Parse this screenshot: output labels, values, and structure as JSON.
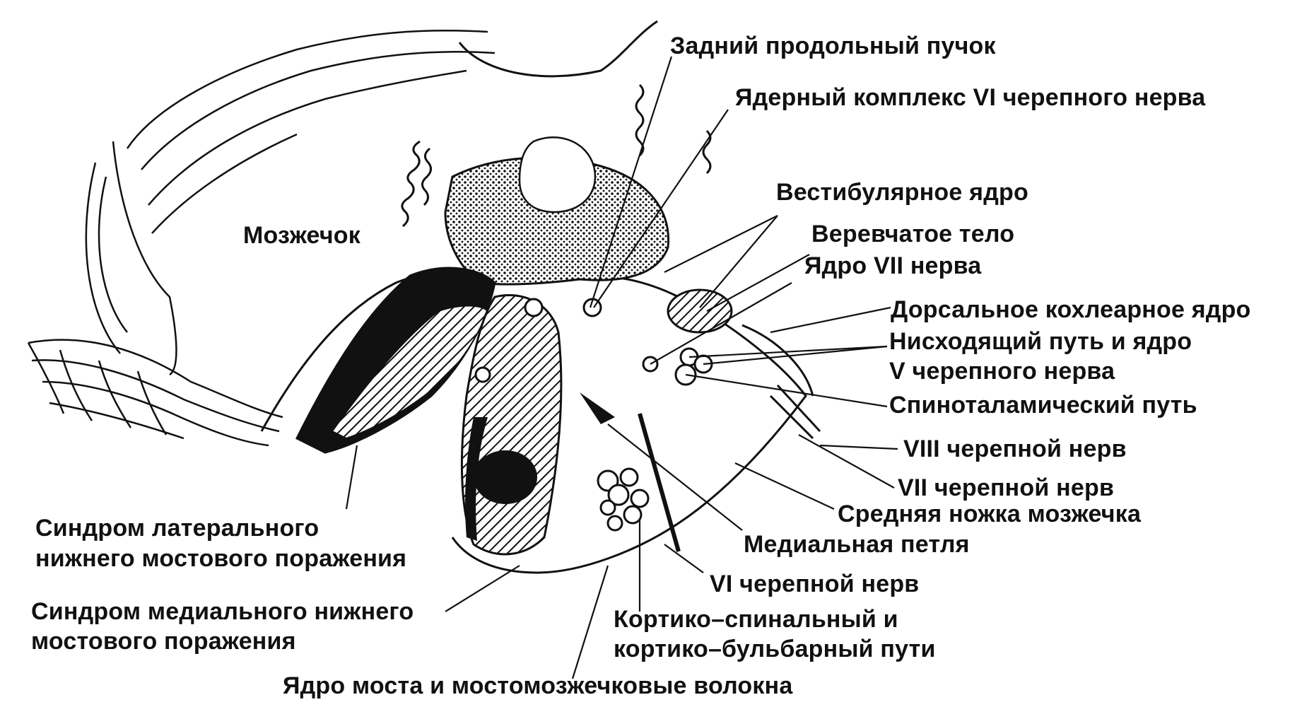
{
  "diagram": {
    "labels": {
      "posterior_longitudinal_fasciculus": "Задний продольный пучок",
      "abducens_nuclear_complex": "Ядерный комплекс VI черепного нерва",
      "vestibular_nucleus": "Вестибулярное ядро",
      "restiform_body": "Веревчатое тело",
      "facial_nucleus": "Ядро VII нерва",
      "dorsal_cochlear_nucleus": "Дорсальное кохлеарное ядро",
      "trigeminal_descending_line1": "Нисходящий путь и ядро",
      "trigeminal_descending_line2": "V черепного нерва",
      "spinothalamic_tract": "Спиноталамический путь",
      "cn8": "VIII черепной нерв",
      "cn7": "VII черепной нерв",
      "middle_cerebellar_peduncle": "Средняя ножка мозжечка",
      "medial_lemniscus": "Медиальная петля",
      "cn6": "VI черепной нерв",
      "corticospinal_line1": "Кортико–спинальный и",
      "corticospinal_line2": "кортико–бульбарный пути",
      "pontine_nuclei": "Ядро моста и мостомозжечковые волокна",
      "cerebellum": "Мозжечок",
      "lateral_syndrome_line1": "Синдром латерального",
      "lateral_syndrome_line2": "нижнего мостового поражения",
      "medial_syndrome_line1": "Синдром медиального нижнего",
      "medial_syndrome_line2": "мостового поражения"
    }
  }
}
